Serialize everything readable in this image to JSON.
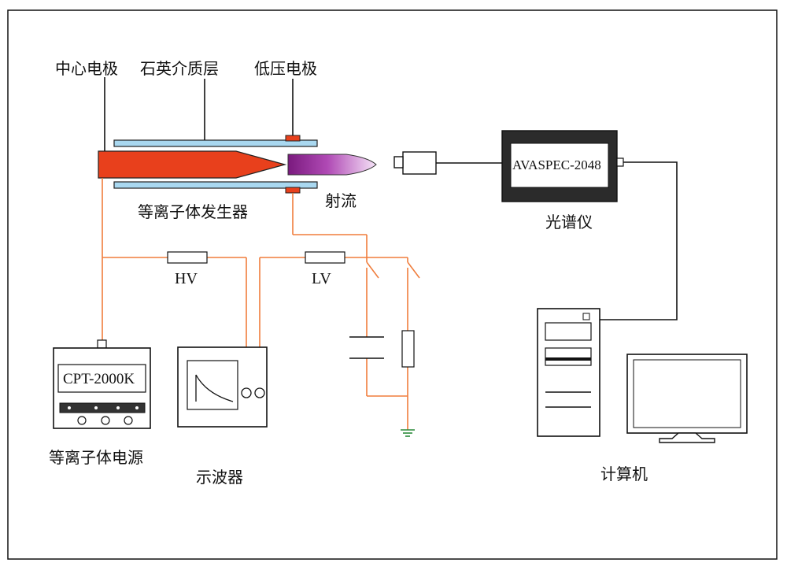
{
  "labels": {
    "center_electrode": "中心电极",
    "quartz_dielectric": "石英介质层",
    "low_voltage_electrode": "低压电极",
    "plasma_generator": "等离子体发生器",
    "jet": "射流",
    "spectrometer": "光谱仪",
    "spectrometer_model": "AVASPEC-2048",
    "hv_probe": "HV",
    "lv_probe": "LV",
    "power_supply_model": "CPT-2000K",
    "power_supply": "等离子体电源",
    "oscilloscope": "示波器",
    "computer": "计算机"
  },
  "colors": {
    "wire": "#f07d3c",
    "electrode": "#e8401c",
    "quartz": "#a9d8f0",
    "jet_start": "#7a1a7e",
    "jet_end": "#f2d9f5",
    "outline": "#111111"
  }
}
